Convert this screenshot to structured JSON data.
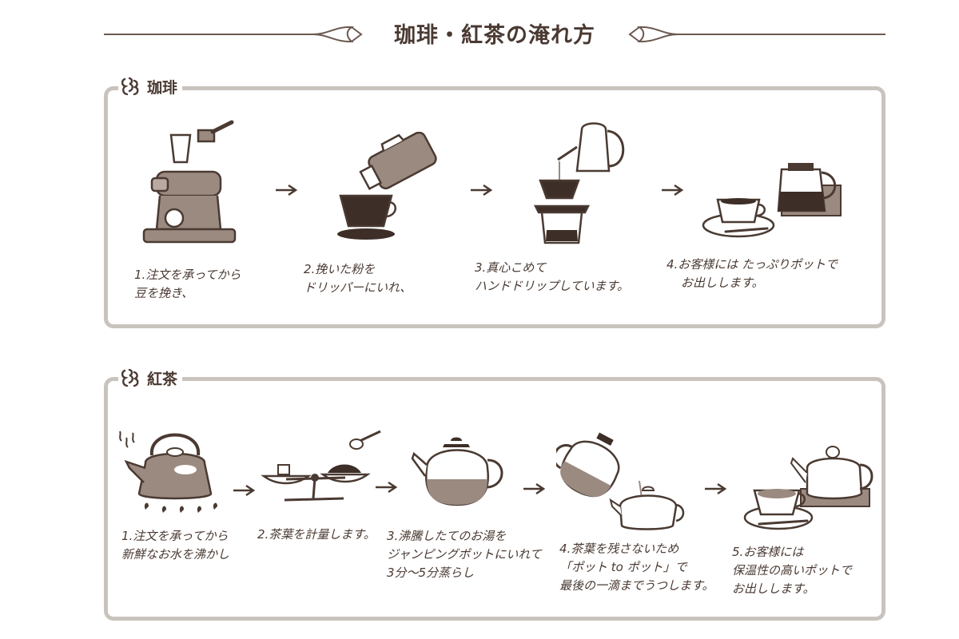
{
  "page": {
    "title": "珈琲・紅茶の淹れ方"
  },
  "colors": {
    "ink": "#4a3a32",
    "frame": "#c9c3bd",
    "fill_brown": "#9b8a80",
    "fill_dark": "#3d2e27"
  },
  "coffee": {
    "label": "珈琲",
    "icon": "coffee-emblem-icon",
    "steps": [
      {
        "line1": "1.注文を承ってから",
        "line2": "豆を挽き、",
        "icon": "coffee-grinder-icon"
      },
      {
        "line1": "2.挽いた粉を",
        "line2": "ドリッパーにいれ、",
        "icon": "pouring-grounds-into-dripper-icon"
      },
      {
        "line1": "3.真心こめて",
        "line2": "ハンドドリップしています。",
        "icon": "hand-drip-kettle-icon"
      },
      {
        "line1": "4.お客様には たっぷりポットで",
        "line2": "お出しします。",
        "icon": "coffee-cup-and-pot-icon"
      }
    ]
  },
  "tea": {
    "label": "紅茶",
    "icon": "tea-emblem-icon",
    "steps": [
      {
        "line1": "1.注文を承ってから",
        "line2": "新鮮なお水を沸かし",
        "line3": "",
        "icon": "boiling-kettle-icon"
      },
      {
        "line1": "2.茶葉を計量します。",
        "line2": "",
        "line3": "",
        "icon": "tea-leaf-scale-icon"
      },
      {
        "line1": "3.沸騰したてのお湯を",
        "line2": "ジャンピングポットにいれて",
        "line3": "3分〜5分蒸らし",
        "icon": "jumping-teapot-icon"
      },
      {
        "line1": "4.茶葉を残さないため",
        "line2": "「ポット to ポット」で",
        "line3": "最後の一滴までうつします。",
        "icon": "pot-to-pot-icon"
      },
      {
        "line1": "5.お客様には",
        "line2": "保温性の高いポットで",
        "line3": "お出しします。",
        "icon": "teacup-and-teapot-icon"
      }
    ]
  }
}
